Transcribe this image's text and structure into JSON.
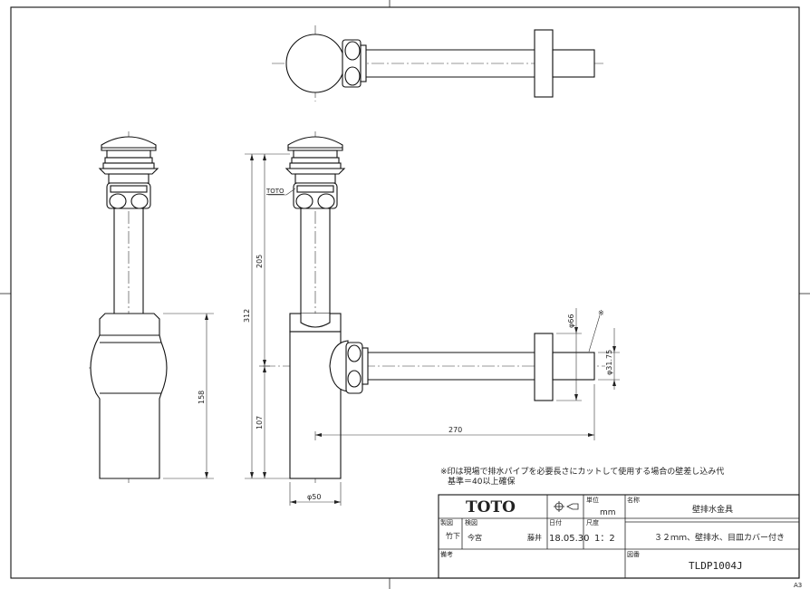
{
  "dimensions": {
    "d205": "205",
    "d312": "312",
    "d107": "107",
    "d158": "158",
    "d270": "270",
    "d50": "φ50",
    "d66": "φ66",
    "d3175": "φ31.75",
    "toto_mark": "TOTO",
    "asterisk": "※"
  },
  "note": {
    "line1": "※印は現場で排水パイプを必要長さにカットして使用する場合の壁差し込み代",
    "line2": "基準＝40以上確保"
  },
  "title_block": {
    "company": "TOTO",
    "unit_label": "単位",
    "unit_value": "mm",
    "name_label": "名称",
    "name_value": "壁排水金具",
    "drawn_label": "製図",
    "drawn_value": "竹下",
    "checked_label": "検図",
    "checked_value1": "今宮",
    "checked_value2": "藤井",
    "date_label": "日付",
    "date_value": "18.05.30",
    "scale_label": "尺度",
    "scale_value": "1：2",
    "description": "３２ｍｍ、壁排水、目皿カバー付き",
    "remarks_label": "備考",
    "drawing_no_label": "図番",
    "drawing_no": "TLDP1004J"
  },
  "sheet_size": "A3"
}
